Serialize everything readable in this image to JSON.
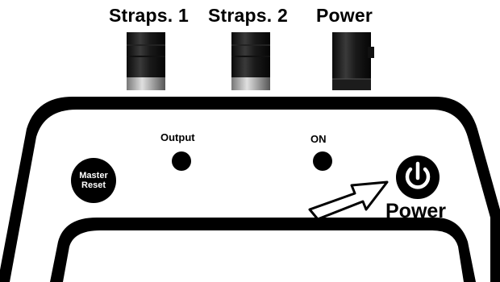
{
  "connectors": {
    "straps1_label": "Straps. 1",
    "straps2_label": "Straps. 2",
    "power_label": "Power"
  },
  "indicators": {
    "output_label": "Output",
    "on_label": "ON"
  },
  "controls": {
    "master_reset_line1": "Master",
    "master_reset_line2": "Reset",
    "power_button_label": "Power"
  },
  "icons": {
    "power": "power-symbol-icon",
    "arrow": "pointer-arrow-icon"
  }
}
